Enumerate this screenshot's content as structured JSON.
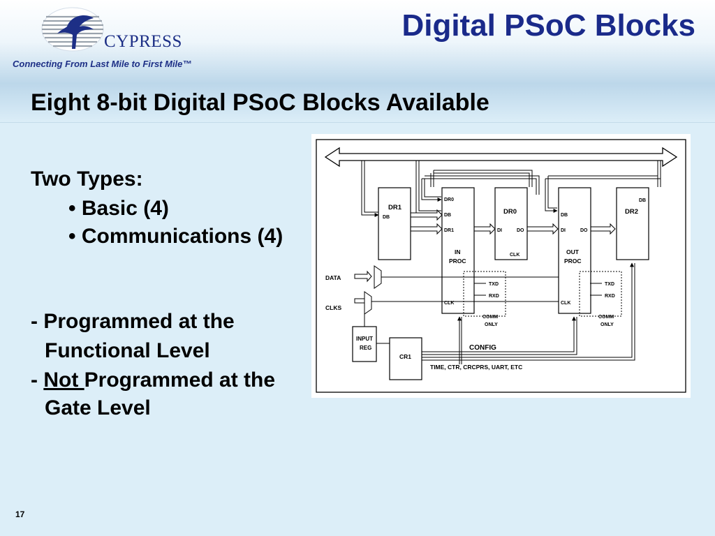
{
  "header": {
    "logo_text": "CYPRESS",
    "tagline": "Connecting From Last Mile to First Mile™",
    "title": "Digital PSoC Blocks"
  },
  "subtitle": "Eight 8-bit Digital PSoC Blocks Available",
  "types": {
    "heading": "Two Types:",
    "items": [
      "• Basic (4)",
      "• Communications (4)"
    ]
  },
  "notes": {
    "line1": "- Programmed at the",
    "line2": "Functional Level",
    "line3_prefix": "- ",
    "line3_underlined": "Not ",
    "line3_rest": "Programmed at the",
    "line4": "Gate Level"
  },
  "diagram": {
    "dr1_block": {
      "title": "DR1",
      "port": "DB"
    },
    "in_block": {
      "dr0": "DR0",
      "db": "DB",
      "dr1": "DR1",
      "name_line1": "IN",
      "name_line2": "PROC",
      "clk": "CLK"
    },
    "dr0_block": {
      "title": "DR0",
      "di": "DI",
      "do": "DO",
      "clk": "CLK"
    },
    "out_block": {
      "db": "DB",
      "di": "DI",
      "do": "DO",
      "name_line1": "OUT",
      "name_line2": "PROC",
      "clk": "CLK"
    },
    "dr2_block": {
      "db": "DB",
      "title": "DR2"
    },
    "comm_left": {
      "txd": "TXD",
      "rxd": "RXD",
      "line1": "COMM",
      "line2": "ONLY"
    },
    "comm_right": {
      "txd": "TXD",
      "rxd": "RXD",
      "line1": "COMM",
      "line2": "ONLY"
    },
    "data_label": "DATA",
    "clks_label": "CLKS",
    "input_reg_line1": "INPUT",
    "input_reg_line2": "REG",
    "cr1": "CR1",
    "config": "CONFIG",
    "functions": "TIME, CTR, CRCPRS, UART, ETC"
  },
  "page_number": "17"
}
